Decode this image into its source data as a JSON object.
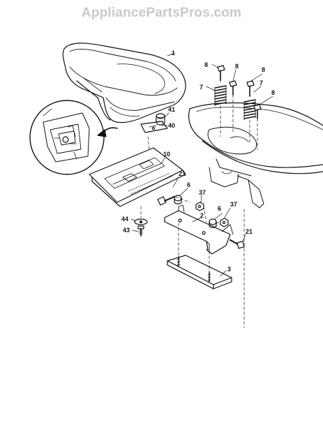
{
  "watermark": "AppliancePartsPros.com",
  "callouts": [
    {
      "id": "seat",
      "label": "1"
    },
    {
      "id": "spring-bolt-top-left",
      "label": "8"
    },
    {
      "id": "spring-left",
      "label": "7"
    },
    {
      "id": "spring-bolt-top-mid",
      "label": "8"
    },
    {
      "id": "spring-bolt-top-right",
      "label": "8"
    },
    {
      "id": "spring-right",
      "label": "7"
    },
    {
      "id": "spring-bolt-right",
      "label": "8"
    },
    {
      "id": "knob",
      "label": "41"
    },
    {
      "id": "latch-bracket",
      "label": "40"
    },
    {
      "id": "seat-pan",
      "label": "10"
    },
    {
      "id": "pivot-bolt-left",
      "label": "21"
    },
    {
      "id": "bushing-left",
      "label": "6"
    },
    {
      "id": "nut-left",
      "label": "37"
    },
    {
      "id": "bushing-right",
      "label": "6"
    },
    {
      "id": "nut-right",
      "label": "37"
    },
    {
      "id": "pivot-bracket",
      "label": "2"
    },
    {
      "id": "washer",
      "label": "44"
    },
    {
      "id": "screw",
      "label": "43"
    },
    {
      "id": "pivot-bolt-right",
      "label": "21"
    },
    {
      "id": "mounting-plate",
      "label": "3"
    }
  ]
}
